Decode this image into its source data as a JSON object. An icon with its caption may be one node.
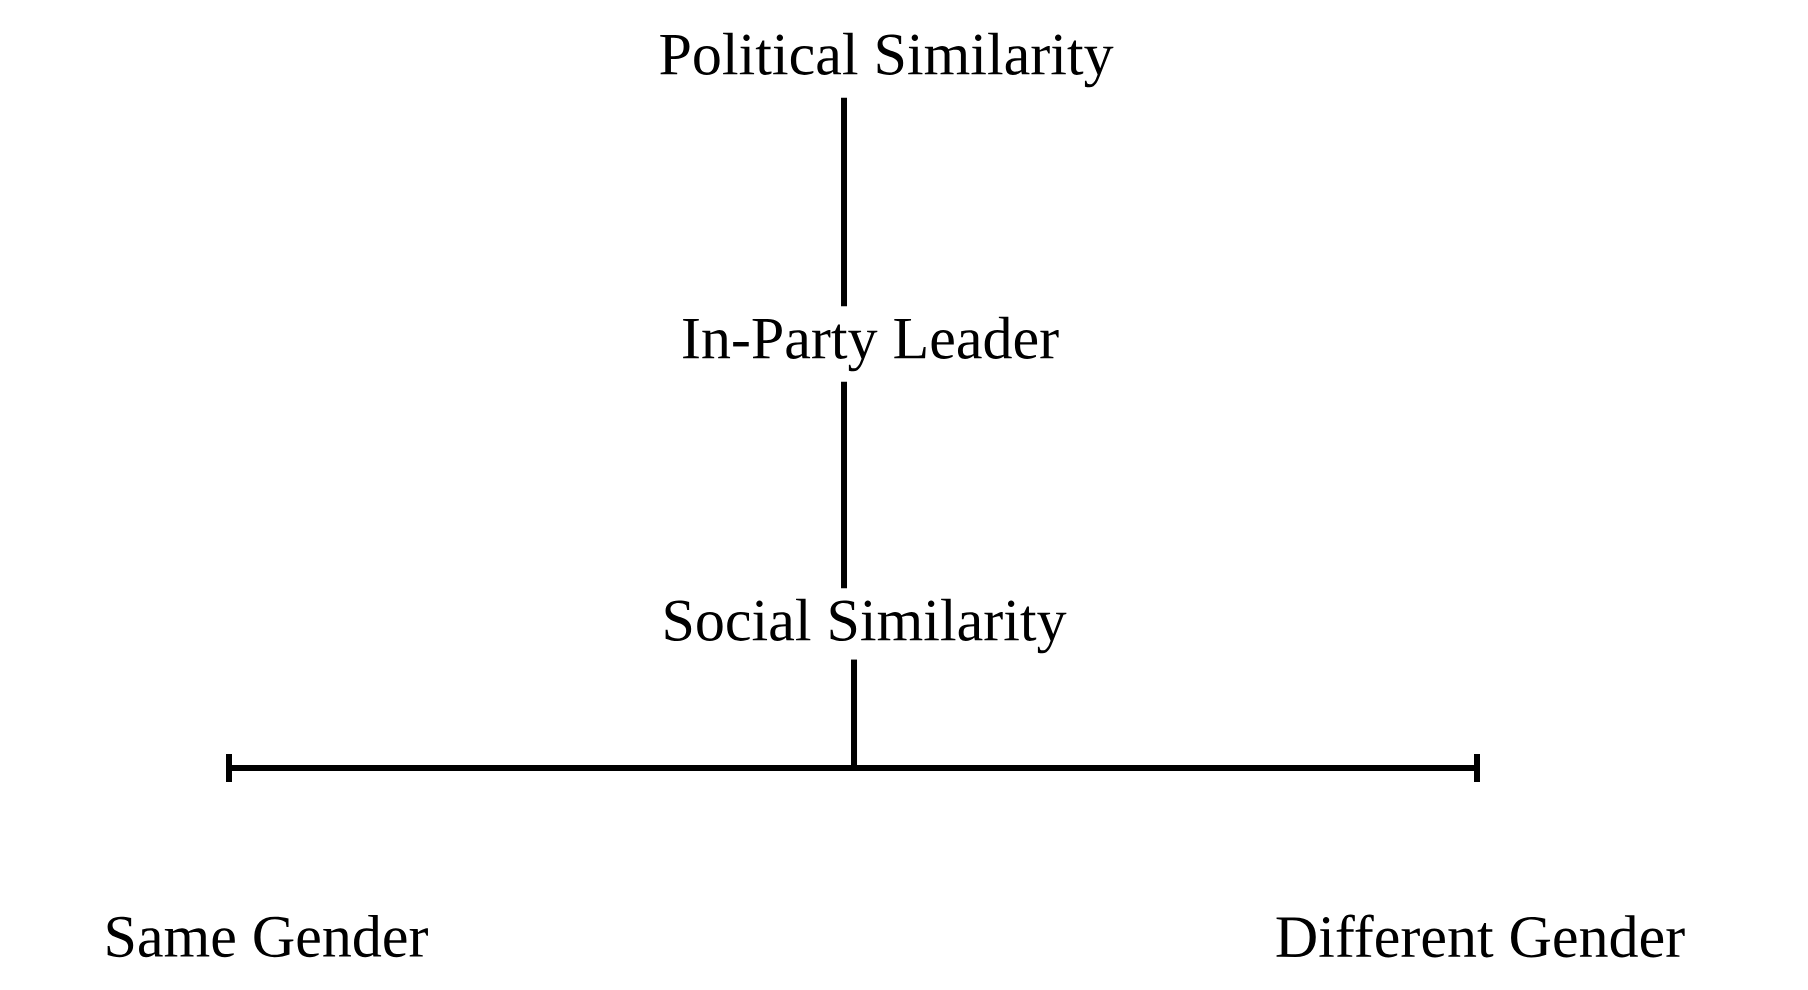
{
  "diagram": {
    "nodes": [
      {
        "text": [
          "Political Similarity"
        ]
      },
      {
        "text": [
          "In-Party Leader"
        ]
      },
      {
        "text": [
          "Social Similarity"
        ]
      },
      {
        "text": [
          "Same Gender"
        ]
      },
      {
        "text": [
          "Different Gender"
        ]
      }
    ],
    "edges": [
      {
        "from": 0,
        "to": 1,
        "arrow": "none"
      },
      {
        "from": 1,
        "to": 2,
        "arrow": "none"
      },
      {
        "from": 2,
        "to": 3,
        "arrow": "none"
      },
      {
        "from": 2,
        "to": 4,
        "arrow": "none"
      }
    ]
  }
}
